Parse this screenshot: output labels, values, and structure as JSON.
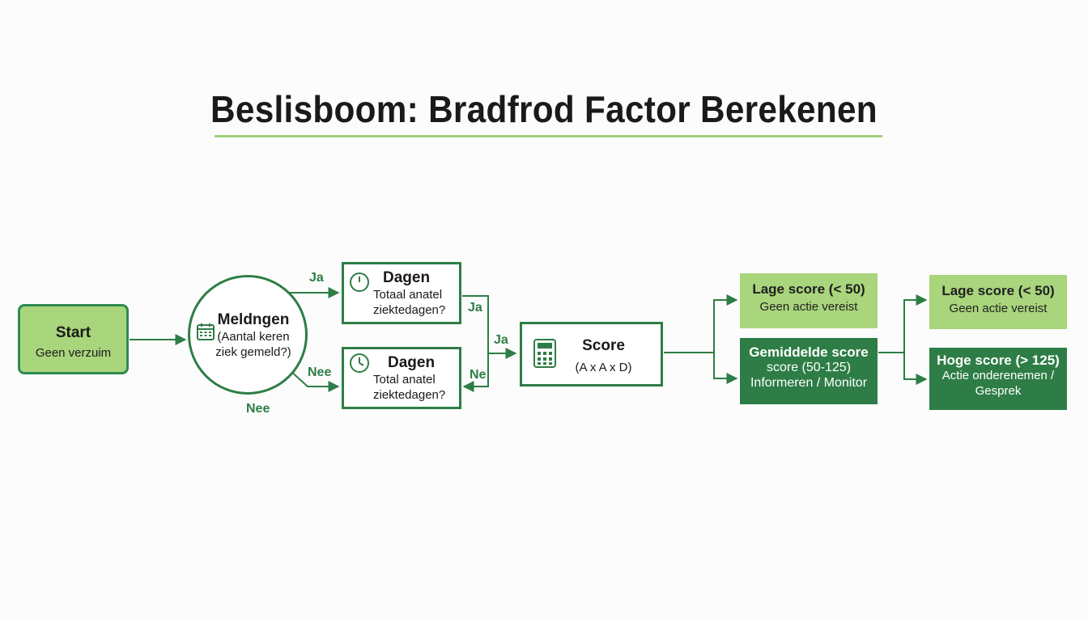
{
  "title": "Beslisboom: Bradfrod Factor Berekenen",
  "colors": {
    "dark_green": "#2e7d46",
    "light_green": "#a9d57c",
    "accent": "#9fd27a"
  },
  "start": {
    "title": "Start",
    "sub": "Geen verzuim"
  },
  "meldingen": {
    "title": "Meldngen",
    "line1": "(Aantal keren",
    "line2": "ziek gemeld?)",
    "icon": "calendar-icon"
  },
  "dagen_top": {
    "title": "Dagen",
    "line1": "Totaal anatel",
    "line2": "ziektedagen?",
    "icon": "clock-icon"
  },
  "dagen_bottom": {
    "title": "Dagen",
    "line1": "Total anatel",
    "line2": "ziektedagen?",
    "icon": "clock-icon"
  },
  "score": {
    "title": "Score",
    "formula": "(A x A x D)",
    "icon": "calculator-icon"
  },
  "result_low_1": {
    "title": "Lage score (< 50)",
    "sub": "Geen actie vereist"
  },
  "result_mid": {
    "line1": "Gemiddelde score",
    "line2": "score (50-125)",
    "line3": "Informeren / Monitor"
  },
  "result_low_2": {
    "title": "Lage score (< 50)",
    "sub": "Geen actie vereist"
  },
  "result_high": {
    "line1": "Hoge score (> 125)",
    "line2": "Actie onderenemen /",
    "line3": "Gesprek"
  },
  "labels": {
    "ja_top": "Ja",
    "nee_mid": "Nee",
    "nee_bottom": "Nee",
    "ja_right_top": "Ja",
    "ja_to_score": "Ja",
    "ne_right_bottom": "Ne"
  }
}
